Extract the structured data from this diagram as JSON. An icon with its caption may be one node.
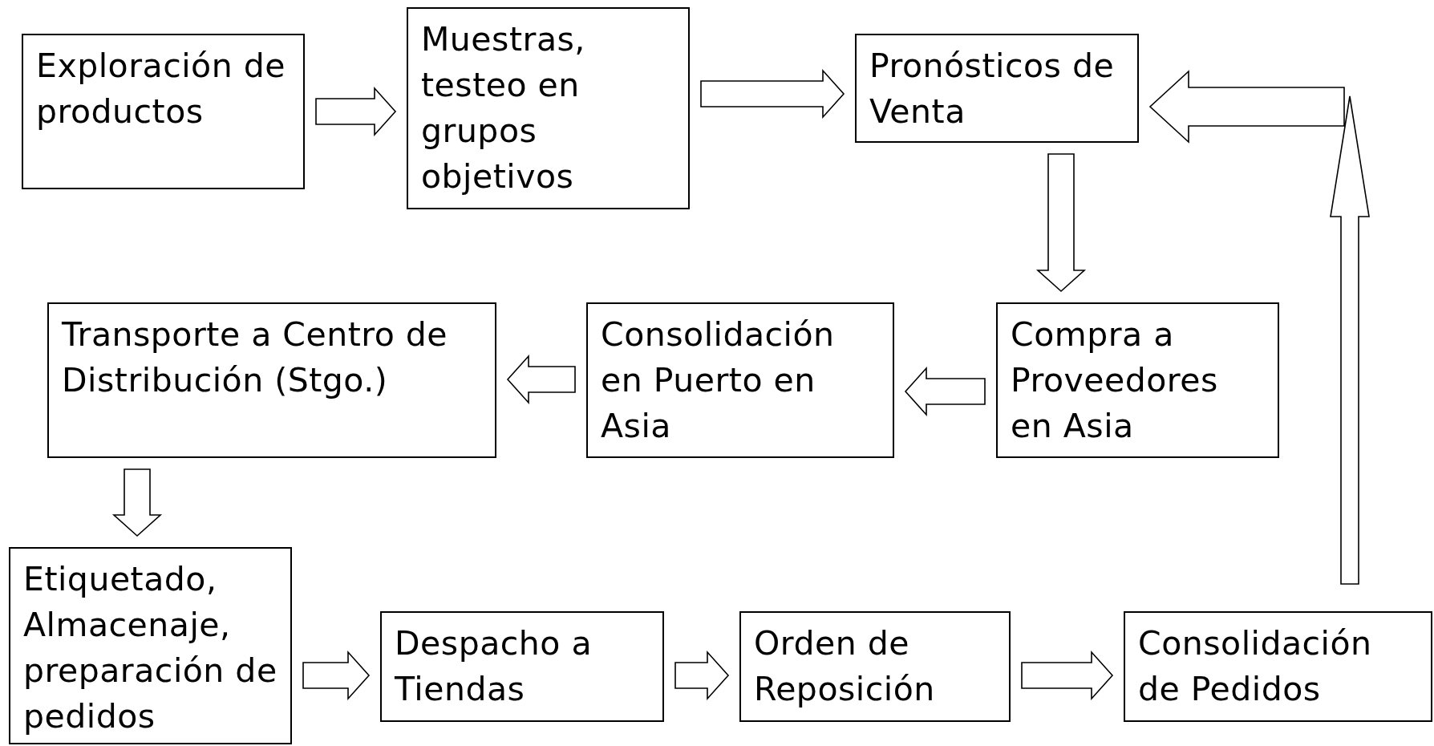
{
  "diagram": {
    "nodes": [
      {
        "text": [
          "Exploración de productos"
        ]
      },
      {
        "text": [
          "Muestras, testeo en grupos objetivos"
        ]
      },
      {
        "text": [
          "Pronósticos de Venta"
        ]
      },
      {
        "text": [
          "Compra a Proveedores en Asia"
        ]
      },
      {
        "text": [
          "Consolidación en Puerto en Asia"
        ]
      },
      {
        "text": [
          "Transporte a Centro de Distribución (Stgo.)"
        ]
      },
      {
        "text": [
          "Etiquetado, Almacenaje, preparación de pedidos"
        ]
      },
      {
        "text": [
          "Despacho a Tiendas"
        ]
      },
      {
        "text": [
          "Orden de Reposición"
        ]
      },
      {
        "text": [
          "Consolidación de Pedidos"
        ]
      }
    ],
    "edges": [
      {
        "from": 0,
        "to": 1,
        "arrow": "to"
      },
      {
        "from": 1,
        "to": 2,
        "arrow": "to"
      },
      {
        "from": 2,
        "to": 3,
        "arrow": "to"
      },
      {
        "from": 3,
        "to": 4,
        "arrow": "to"
      },
      {
        "from": 4,
        "to": 5,
        "arrow": "to"
      },
      {
        "from": 5,
        "to": 6,
        "arrow": "to"
      },
      {
        "from": 6,
        "to": 7,
        "arrow": "to"
      },
      {
        "from": 7,
        "to": 8,
        "arrow": "to"
      },
      {
        "from": 8,
        "to": 9,
        "arrow": "to"
      },
      {
        "from": 9,
        "to": 2,
        "arrow": "to"
      }
    ]
  }
}
